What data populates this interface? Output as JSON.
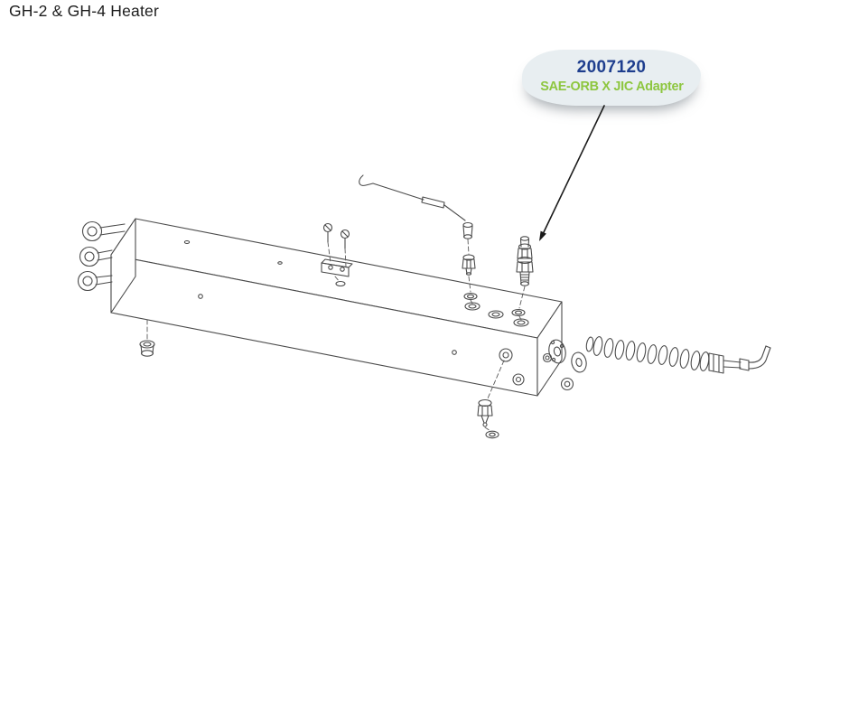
{
  "page": {
    "title": "GH-2 & GH-4 Heater"
  },
  "callout": {
    "part_number": "2007120",
    "part_name": "SAE-ORB X JIC Adapter"
  },
  "colors": {
    "part_number_text": "#1e3e8e",
    "part_name_text": "#8dc63f",
    "callout_background": "#e8eef1",
    "diagram_line": "#4b4b4b",
    "arrow": "#1a1a1a",
    "title_text": "#1c1c1c",
    "page_background": "#ffffff"
  }
}
